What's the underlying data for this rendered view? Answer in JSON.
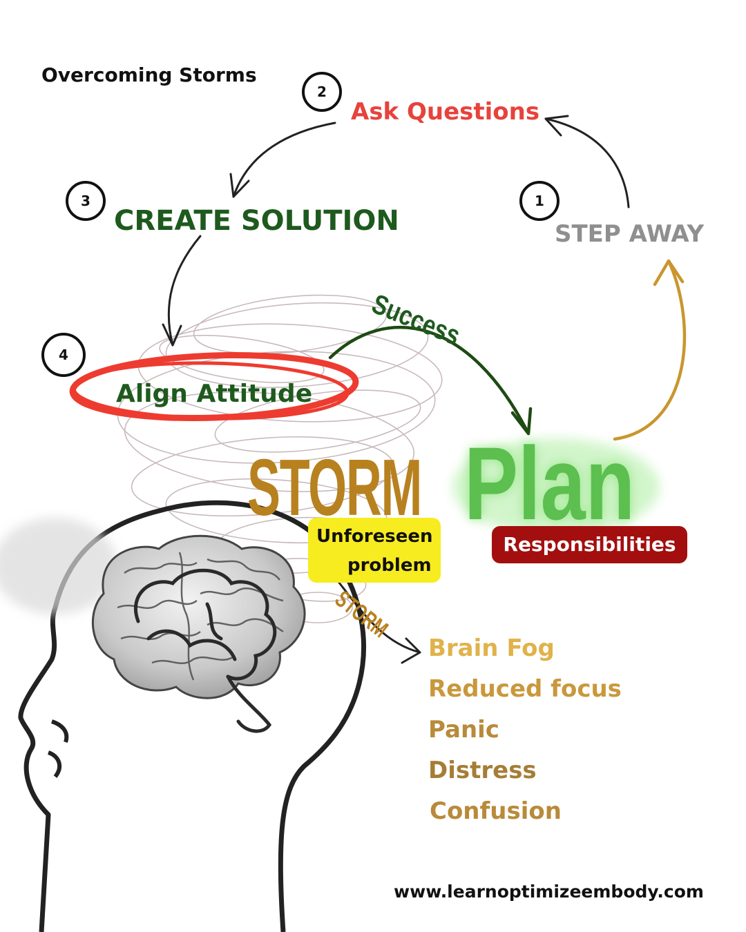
{
  "title": "Overcoming Storms",
  "steps": [
    {
      "number": "1",
      "label": "STEP AWAY",
      "color": "#8f8f8f"
    },
    {
      "number": "2",
      "label": "Ask Questions",
      "color": "#e8423c"
    },
    {
      "number": "3",
      "label": "CREATE SOLUTION",
      "color": "#1e5a1e"
    },
    {
      "number": "4",
      "label": "Align Attitude",
      "color": "#1e5a1e"
    }
  ],
  "success_label": "Success",
  "storm_label": "STORM",
  "storm_small_label": "STORM",
  "plan_label": "Plan",
  "responsibilities_label": "Responsibilities",
  "unforeseen_label": "Unforeseen problem",
  "unforeseen_line1": "Unforeseen",
  "unforeseen_line2": "problem",
  "symptoms": [
    "Brain Fog",
    "Reduced focus",
    "Panic",
    "Distress",
    "Confusion"
  ],
  "website": "www.learnoptimizeembody.com",
  "colors": {
    "storm": "#b8811f",
    "plan": "#5cbf4f",
    "responsibilities_bg": "#a30f0f",
    "unforeseen_bg": "#f7ec1f",
    "symptoms": "#b88a3a",
    "highlight_ring": "#ee3b30",
    "success": "#1e5a1e",
    "step_away_arrow": "#c9962e"
  }
}
